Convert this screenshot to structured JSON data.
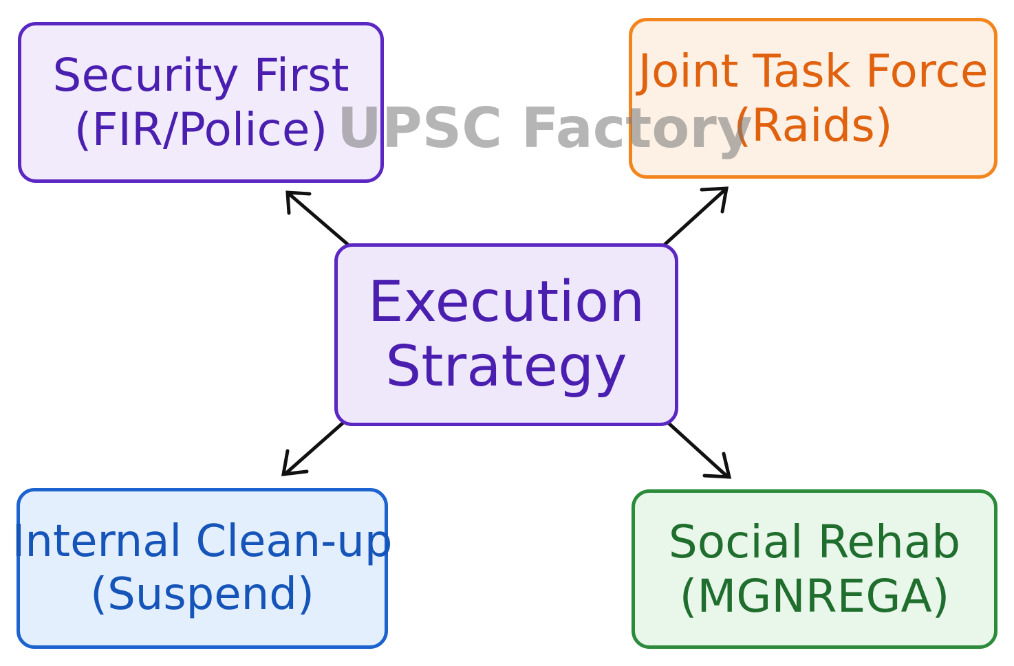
{
  "nodes": {
    "security": {
      "line1": "Security First",
      "line2": "(FIR/Police)"
    },
    "joint": {
      "line1": "Joint Task Force",
      "line2": "(Raids)"
    },
    "execution": {
      "line1": "Execution",
      "line2": "Strategy"
    },
    "internal": {
      "line1": "Internal Clean-up",
      "line2": "(Suspend)"
    },
    "social": {
      "line1": "Social Rehab",
      "line2": "(MGNREGA)"
    }
  },
  "watermark": "UPSC Factory",
  "colors": {
    "purple": "#5b27c2",
    "orange": "#f3851f",
    "blue": "#1c63cf",
    "green": "#2c8b3a",
    "arrow": "#111111"
  }
}
